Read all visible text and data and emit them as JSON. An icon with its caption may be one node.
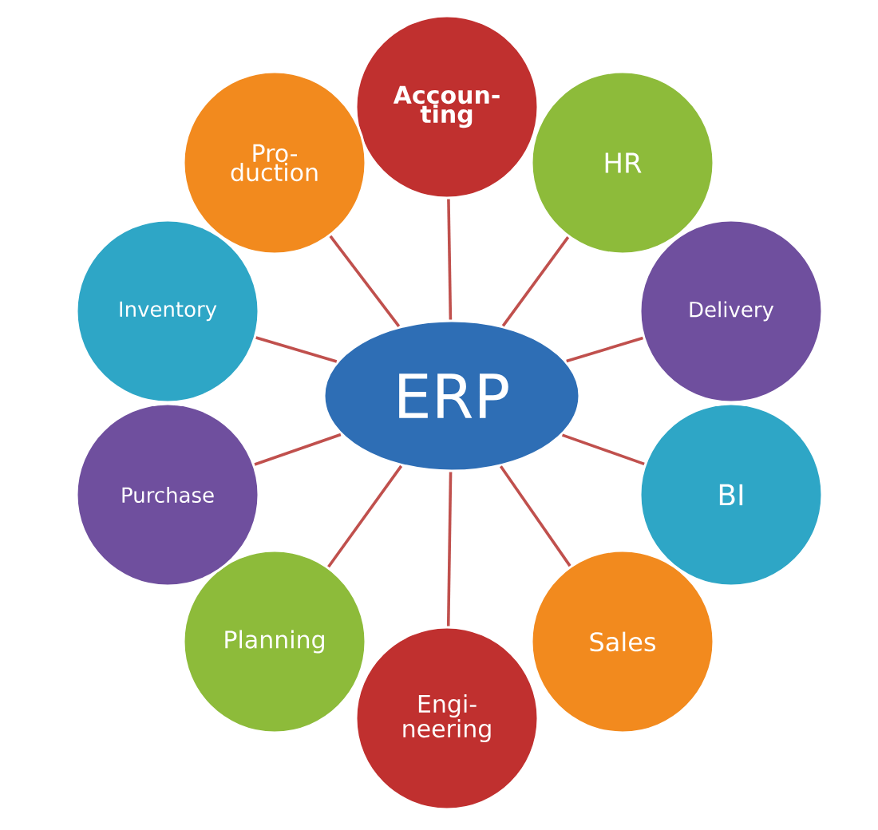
{
  "diagram": {
    "nodes": [
      {
        "text": [
          "ERP"
        ]
      },
      {
        "text": [
          "Accoun- ting"
        ]
      },
      {
        "text": [
          "HR"
        ]
      },
      {
        "text": [
          "Delivery"
        ]
      },
      {
        "text": [
          "BI"
        ]
      },
      {
        "text": [
          "Sales"
        ]
      },
      {
        "text": [
          "Engi- neering"
        ]
      },
      {
        "text": [
          "Planning"
        ]
      },
      {
        "text": [
          "Purchase"
        ]
      },
      {
        "text": [
          "Inventory"
        ]
      },
      {
        "text": [
          "Pro- duction"
        ]
      }
    ],
    "edges": [
      {
        "from": 0,
        "to": 1,
        "arrow": "none"
      },
      {
        "from": 0,
        "to": 2,
        "arrow": "none"
      },
      {
        "from": 0,
        "to": 3,
        "arrow": "none"
      },
      {
        "from": 0,
        "to": 4,
        "arrow": "none"
      },
      {
        "from": 0,
        "to": 5,
        "arrow": "none"
      },
      {
        "from": 0,
        "to": 6,
        "arrow": "none"
      },
      {
        "from": 0,
        "to": 7,
        "arrow": "none"
      },
      {
        "from": 0,
        "to": 8,
        "arrow": "none"
      },
      {
        "from": 0,
        "to": 9,
        "arrow": "none"
      },
      {
        "from": 0,
        "to": 10,
        "arrow": "none"
      }
    ]
  }
}
